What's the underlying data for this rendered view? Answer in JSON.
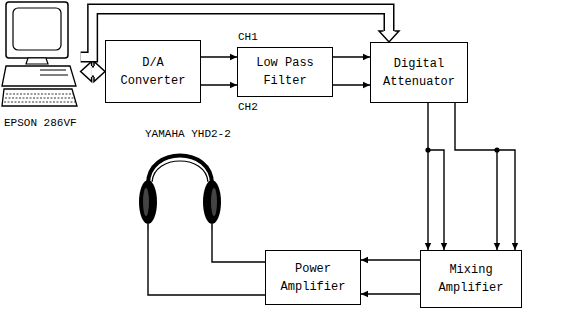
{
  "diagram": {
    "nodes": [
      {
        "text": [
          "EPSON 286VF"
        ]
      },
      {
        "text": [
          "D/A Converter"
        ]
      },
      {
        "text": [
          "Low Pass Filter"
        ]
      },
      {
        "text": [
          "Digital Attenuator"
        ]
      },
      {
        "text": [
          "Mixing Amplifier"
        ]
      },
      {
        "text": [
          "Power Amplifier"
        ]
      },
      {
        "text": [
          "YAMAHA YHD2-2"
        ]
      }
    ],
    "edges": [
      {
        "from": 0,
        "to": 1,
        "arrow": "both"
      },
      {
        "from": 0,
        "to": 3,
        "arrow": "to"
      },
      {
        "from": 1,
        "to": 2,
        "label": "CH1",
        "arrow": "to"
      },
      {
        "from": 1,
        "to": 2,
        "label": "CH2",
        "arrow": "to"
      },
      {
        "from": 2,
        "to": 3,
        "arrow": "to"
      },
      {
        "from": 2,
        "to": 3,
        "arrow": "to"
      },
      {
        "from": 3,
        "to": 4,
        "arrow": "to"
      },
      {
        "from": 3,
        "to": 4,
        "arrow": "to"
      },
      {
        "from": 4,
        "to": 5,
        "arrow": "to"
      },
      {
        "from": 4,
        "to": 5,
        "arrow": "to"
      },
      {
        "from": 5,
        "to": 6,
        "arrow": "none"
      },
      {
        "from": 5,
        "to": 6,
        "arrow": "none"
      }
    ]
  }
}
